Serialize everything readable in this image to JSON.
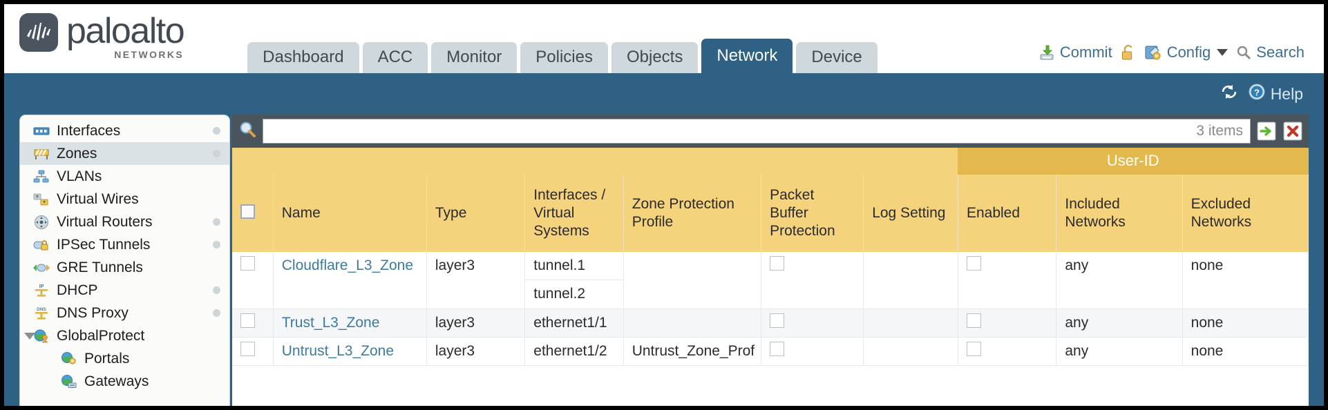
{
  "brand": {
    "name": "paloalto",
    "sub": "NETWORKS",
    "logo_icon": "paloalto-logo-icon"
  },
  "nav": {
    "tabs": [
      {
        "label": "Dashboard",
        "active": false
      },
      {
        "label": "ACC",
        "active": false
      },
      {
        "label": "Monitor",
        "active": false
      },
      {
        "label": "Policies",
        "active": false
      },
      {
        "label": "Objects",
        "active": false
      },
      {
        "label": "Network",
        "active": true
      },
      {
        "label": "Device",
        "active": false
      }
    ]
  },
  "header_actions": {
    "commit": {
      "label": "Commit",
      "icon": "commit-icon"
    },
    "lock": {
      "label": "",
      "icon": "padlock-unlocked-icon"
    },
    "config": {
      "label": "Config",
      "icon": "config-wrench-icon",
      "caret": "chevron-down-icon"
    },
    "search": {
      "label": "Search",
      "icon": "search-icon"
    }
  },
  "utility_bar": {
    "refresh": {
      "label": "",
      "icon": "refresh-icon"
    },
    "help": {
      "label": "Help",
      "icon": "help-icon"
    }
  },
  "sidebar": {
    "items": [
      {
        "label": "Interfaces",
        "icon": "interfaces-icon",
        "selected": false,
        "dot": true,
        "child": false,
        "expander": false
      },
      {
        "label": "Zones",
        "icon": "zones-icon",
        "selected": true,
        "dot": true,
        "child": false,
        "expander": false
      },
      {
        "label": "VLANs",
        "icon": "vlans-icon",
        "selected": false,
        "dot": false,
        "child": false,
        "expander": false
      },
      {
        "label": "Virtual Wires",
        "icon": "virtual-wires-icon",
        "selected": false,
        "dot": false,
        "child": false,
        "expander": false
      },
      {
        "label": "Virtual Routers",
        "icon": "virtual-routers-icon",
        "selected": false,
        "dot": true,
        "child": false,
        "expander": false
      },
      {
        "label": "IPSec Tunnels",
        "icon": "ipsec-tunnels-icon",
        "selected": false,
        "dot": true,
        "child": false,
        "expander": false
      },
      {
        "label": "GRE Tunnels",
        "icon": "gre-tunnels-icon",
        "selected": false,
        "dot": false,
        "child": false,
        "expander": false
      },
      {
        "label": "DHCP",
        "icon": "dhcp-icon",
        "selected": false,
        "dot": true,
        "child": false,
        "expander": false
      },
      {
        "label": "DNS Proxy",
        "icon": "dns-proxy-icon",
        "selected": false,
        "dot": true,
        "child": false,
        "expander": false
      },
      {
        "label": "GlobalProtect",
        "icon": "globalprotect-icon",
        "selected": false,
        "dot": false,
        "child": false,
        "expander": true
      },
      {
        "label": "Portals",
        "icon": "portals-icon",
        "selected": false,
        "dot": false,
        "child": true,
        "expander": false
      },
      {
        "label": "Gateways",
        "icon": "gateways-icon",
        "selected": false,
        "dot": false,
        "child": true,
        "expander": false
      }
    ]
  },
  "search": {
    "value": "",
    "placeholder": "",
    "icon": "search-magnifier-icon",
    "item_count": "3 items",
    "apply_icon": "green-arrow-apply-icon",
    "clear_icon": "red-x-clear-icon"
  },
  "table": {
    "group_header": "User-ID",
    "columns": [
      "Name",
      "Type",
      "Interfaces / Virtual Systems",
      "Zone Protection Profile",
      "Packet Buffer Protection",
      "Log Setting",
      "Enabled",
      "Included Networks",
      "Excluded Networks"
    ],
    "rows": [
      {
        "selected": false,
        "name": "Cloudflare_L3_Zone",
        "type": "layer3",
        "interfaces": [
          "tunnel.1",
          "tunnel.2"
        ],
        "zone_protection_profile": "",
        "packet_buffer_protection": false,
        "log_setting": "",
        "userid_enabled": false,
        "included_networks": "any",
        "excluded_networks": "none"
      },
      {
        "selected": false,
        "name": "Trust_L3_Zone",
        "type": "layer3",
        "interfaces": [
          "ethernet1/1"
        ],
        "zone_protection_profile": "",
        "packet_buffer_protection": false,
        "log_setting": "",
        "userid_enabled": false,
        "included_networks": "any",
        "excluded_networks": "none"
      },
      {
        "selected": false,
        "name": "Untrust_L3_Zone",
        "type": "layer3",
        "interfaces": [
          "ethernet1/2"
        ],
        "zone_protection_profile": "Untrust_Zone_Prof",
        "packet_buffer_protection": false,
        "log_setting": "",
        "userid_enabled": false,
        "included_networks": "any",
        "excluded_networks": "none"
      }
    ]
  },
  "colors": {
    "brand_dark": "#414a52",
    "chrome_blue": "#2e6183",
    "header_yellow": "#f5d27c",
    "group_yellow": "#e3b94e",
    "link_blue": "#3d7a9e"
  }
}
